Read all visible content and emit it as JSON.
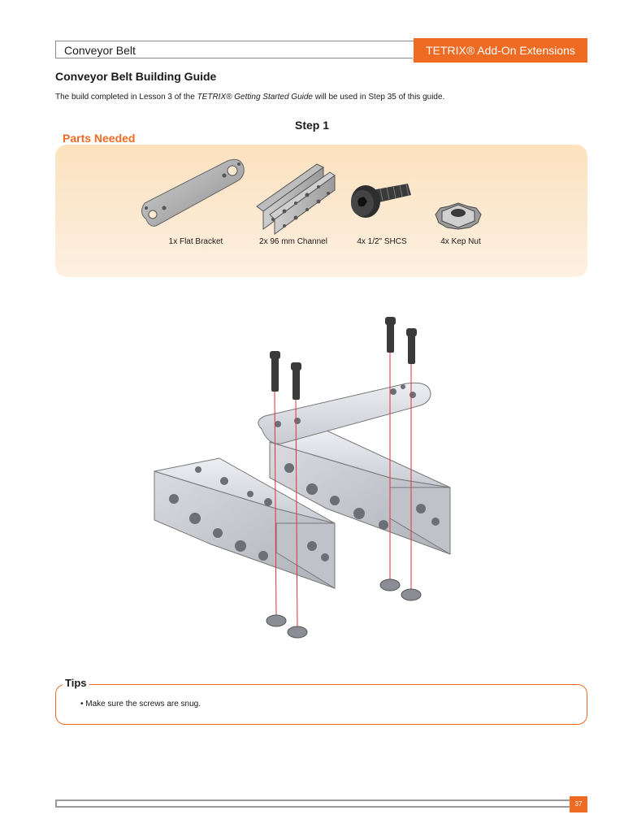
{
  "header": {
    "doc_title": "Conveyor Belt",
    "brand_tab": "TETRIX® Add-On Extensions"
  },
  "guide_title": "Conveyor Belt Building Guide",
  "intro": {
    "before": "The build completed in Lesson 3 of the ",
    "italic": "TETRIX® Getting Started Guide",
    "after": " will be used in Step 35 of this guide."
  },
  "step_title": "Step 1",
  "parts": {
    "heading": "Parts Needed",
    "items": [
      {
        "label": "1x Flat Bracket",
        "icon": "flat-bracket-icon"
      },
      {
        "label": "2x 96 mm Channel",
        "icon": "channel-icon"
      },
      {
        "label": "4x 1/2\" SHCS",
        "icon": "screw-icon"
      },
      {
        "label": "4x Kep Nut",
        "icon": "kep-nut-icon"
      }
    ]
  },
  "tips": {
    "label": "Tips",
    "items": [
      "• Make sure the screws are snug."
    ]
  },
  "footer": {
    "page_number": "37"
  },
  "colors": {
    "accent": "#ef6a22",
    "panel": "#fbe9d1",
    "border": "#9a9a9a"
  }
}
